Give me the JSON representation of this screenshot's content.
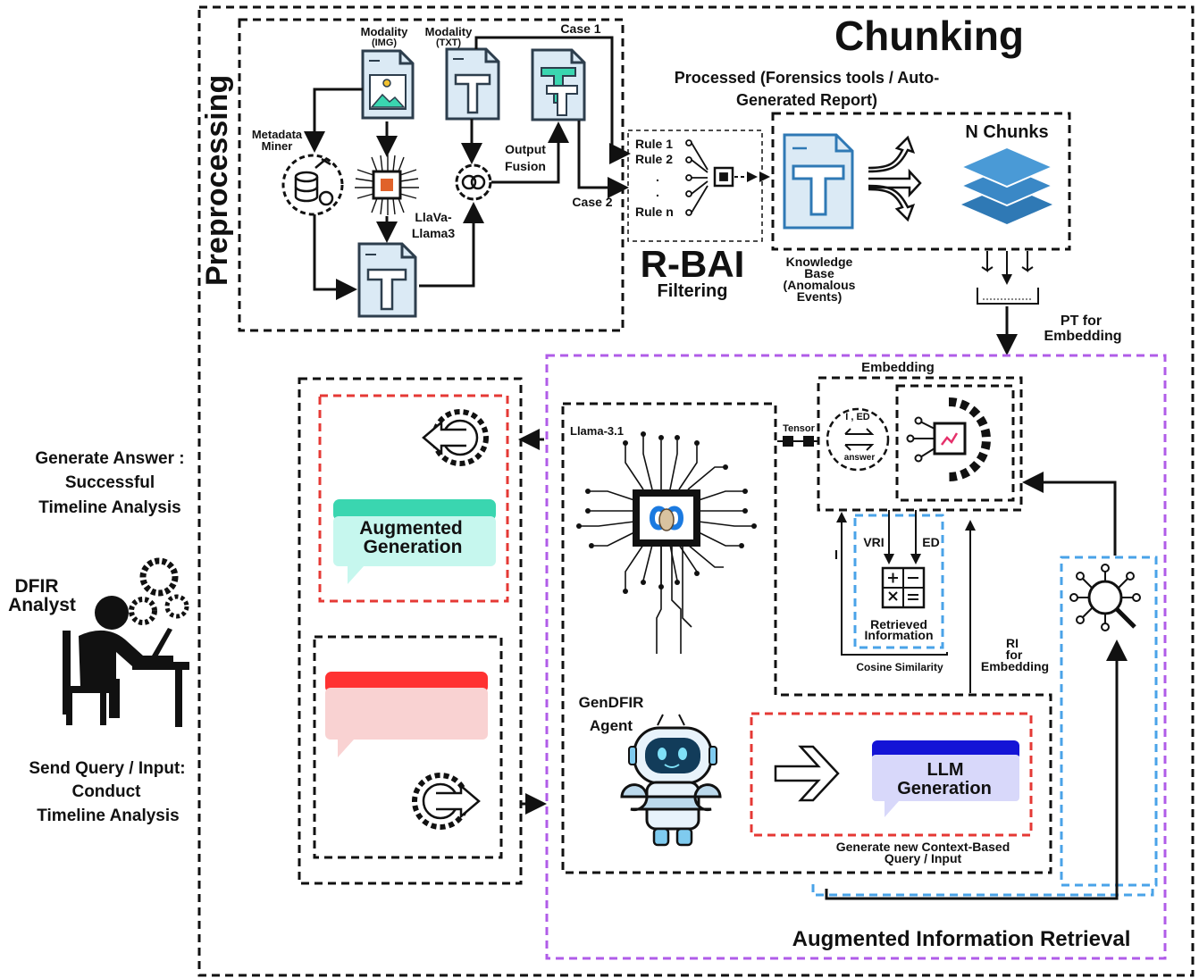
{
  "titles": {
    "chunking": "Chunking",
    "preprocessing": "Preprocessing",
    "rbai": "R-BAI",
    "filtering": "Filtering",
    "augmented_retrieval": "Augmented Information Retrieval"
  },
  "preprocessing": {
    "modality_img": [
      "Modality",
      "(IMG)"
    ],
    "modality_txt": [
      "Modality",
      "(TXT)"
    ],
    "case1": "Case 1",
    "case2": "Case 2",
    "metadata_miner": [
      "Metadata",
      "Miner"
    ],
    "llava": [
      "LlaVa-",
      "Llama3"
    ],
    "output_fusion": [
      "Output",
      "Fusion"
    ]
  },
  "rbai": {
    "rules": [
      "Rule 1",
      "Rule 2",
      ".",
      ".",
      "Rule n"
    ]
  },
  "chunking": {
    "processed": [
      "Processed (Forensics tools / Auto-",
      "Generated Report)"
    ],
    "n_chunks": "N Chunks",
    "knowledge_base": [
      "Knowledge",
      "Base",
      "(Anomalous",
      "Events)"
    ],
    "pt_embedding": [
      "PT for",
      "Embedding"
    ]
  },
  "retrieval": {
    "embedding": "Embedding",
    "tensor": "Tensor",
    "swap_top": "I , ED",
    "swap_bottom": "answer",
    "llama": "Llama-3.1",
    "vri": "VRI",
    "ed": "ED",
    "i": "I",
    "retrieved": [
      "Retrieved",
      "Information"
    ],
    "cosine": "Cosine Similarity",
    "ri": [
      "RI",
      "for",
      "Embedding"
    ],
    "agent": [
      "GenDFIR",
      "Agent"
    ],
    "llm_generation": [
      "LLM",
      "Generation"
    ],
    "generate_new": [
      "Generate new Context-Based",
      "Query / Input"
    ]
  },
  "answer": {
    "augmented_generation": [
      "Augmented",
      "Generation"
    ]
  },
  "analyst": {
    "generate_answer": [
      "Generate Answer :",
      "Successful",
      "Timeline Analysis"
    ],
    "dfir": [
      "DFIR",
      "Analyst"
    ],
    "send_query": [
      "Send Query / Input:",
      "Conduct",
      "Timeline Analysis"
    ]
  },
  "colors": {
    "red": "#e53935",
    "blue": "#4aa3e8",
    "purple": "#b05ce8",
    "teal": "#3ad6b0",
    "doc_fill": "#dbeaf5",
    "chunk_blue": "#2f79b5",
    "llm_blue": "#1414d6"
  },
  "icons": [
    "image-document-icon",
    "text-document-icon",
    "database-miner-icon",
    "chip-icon",
    "gear-fusion-icon",
    "stack-layers-icon",
    "split-arrow-icon",
    "robot-agent-icon",
    "analyst-icon",
    "calculator-icon",
    "search-network-icon",
    "llama-chip-icon"
  ]
}
